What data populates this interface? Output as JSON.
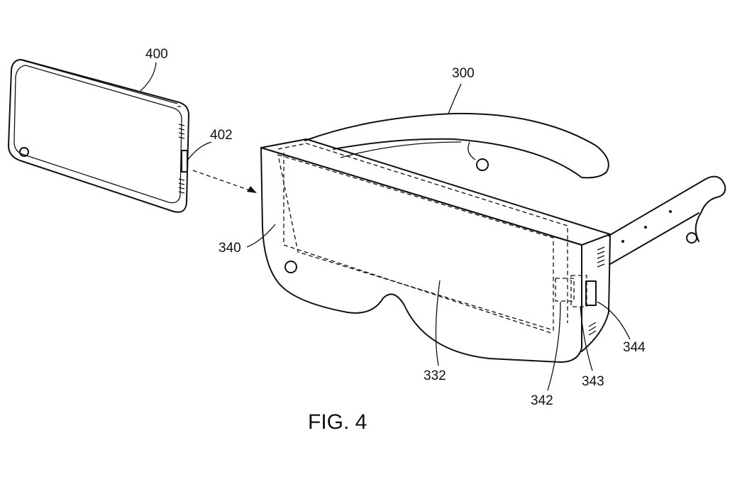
{
  "figure": {
    "title": "FIG. 4",
    "labels": {
      "device": "400",
      "device_port": "402",
      "headset": "300",
      "housing": "340",
      "display_area": "332",
      "connector_a": "342",
      "connector_b": "343",
      "connector_c": "344"
    }
  }
}
